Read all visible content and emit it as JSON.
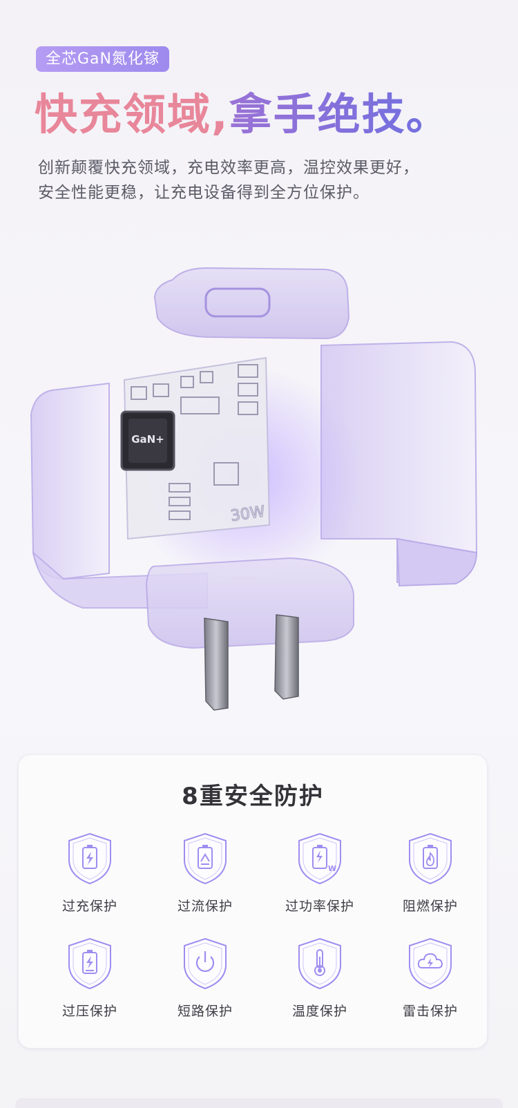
{
  "badge": {
    "label": "全芯GaN氮化镓"
  },
  "headline": {
    "part1": "快充领域,",
    "part2": "拿手绝技。"
  },
  "description": {
    "line1": "创新颠覆快充领域，充电效率更高，温控效果更好，",
    "line2": "安全性能更稳，让充电设备得到全方位保护。"
  },
  "product": {
    "chip_label": "GaN+",
    "wattage": "30W",
    "colors": {
      "shell": "#c9bcef",
      "accent": "#8e6be8",
      "chip": "#2c2c33"
    }
  },
  "protection": {
    "title": "8重安全防护",
    "items": [
      {
        "label": "过充保护",
        "icon": "battery-bolt-icon"
      },
      {
        "label": "过流保护",
        "icon": "battery-up-icon"
      },
      {
        "label": "过功率保护",
        "icon": "battery-watt-icon"
      },
      {
        "label": "阻燃保护",
        "icon": "battery-flame-icon"
      },
      {
        "label": "过压保护",
        "icon": "battery-level-bolt-icon"
      },
      {
        "label": "短路保护",
        "icon": "power-icon"
      },
      {
        "label": "温度保护",
        "icon": "thermometer-icon"
      },
      {
        "label": "雷击保护",
        "icon": "cloud-bolt-icon"
      }
    ],
    "icon_color": "#9f8df0"
  }
}
